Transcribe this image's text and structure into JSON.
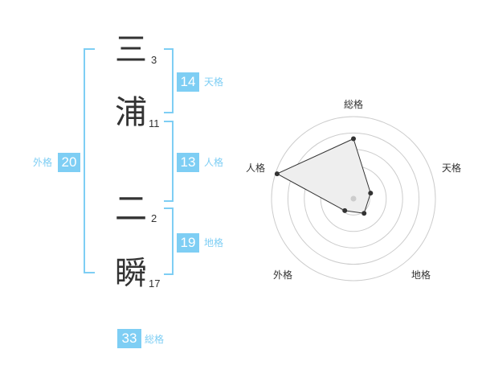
{
  "name": {
    "chars": [
      {
        "char": "三",
        "strokes": "3"
      },
      {
        "char": "浦",
        "strokes": "11"
      },
      {
        "char": "二",
        "strokes": "2"
      },
      {
        "char": "瞬",
        "strokes": "17"
      }
    ]
  },
  "fortune": {
    "tenkaku": {
      "value": "14",
      "label": "天格"
    },
    "jinkaku": {
      "value": "13",
      "label": "人格"
    },
    "chikaku": {
      "value": "19",
      "label": "地格"
    },
    "gaikaku": {
      "value": "20",
      "label": "外格"
    },
    "soukaku": {
      "value": "33",
      "label": "総格"
    }
  },
  "colors": {
    "accent": "#7ecef4",
    "text": "#333333",
    "grid": "#cccccc",
    "fill": "#eeeeee"
  },
  "chart_data": {
    "type": "radar",
    "axes": [
      "総格",
      "天格",
      "地格",
      "外格",
      "人格"
    ],
    "values": [
      0.73,
      0.22,
      0.22,
      0.18,
      0.98
    ],
    "range": [
      0,
      1
    ],
    "rings": 5
  }
}
